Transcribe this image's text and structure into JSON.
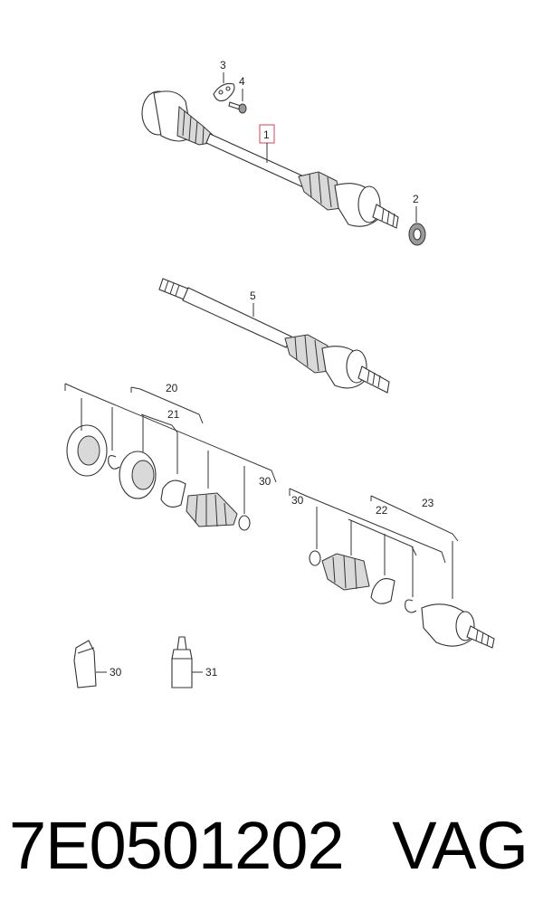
{
  "callouts": {
    "c1": "1",
    "c2": "2",
    "c3": "3",
    "c4": "4",
    "c5": "5",
    "c20": "20",
    "c21": "21",
    "c22": "22",
    "c23": "23",
    "c30a": "30",
    "c30b": "30",
    "c30c": "30",
    "c31": "31"
  },
  "caption": {
    "part_number": "7E0501202",
    "brand": "VAG"
  },
  "colors": {
    "highlight": "#e06070"
  }
}
